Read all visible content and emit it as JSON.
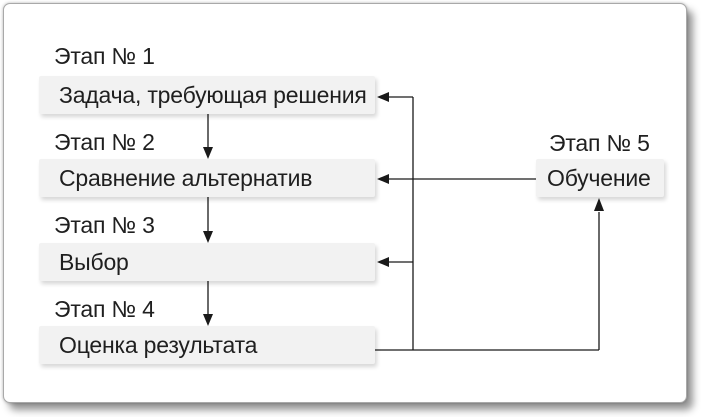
{
  "diagram": {
    "description": "Five-stage decision cycle flowchart",
    "stages": [
      {
        "label": "Этап № 1",
        "box": "Задача, требующая решения"
      },
      {
        "label": "Этап № 2",
        "box": "Сравнение альтернатив"
      },
      {
        "label": "Этап № 3",
        "box": "Выбор"
      },
      {
        "label": "Этап № 4",
        "box": "Оценка результата"
      },
      {
        "label": "Этап № 5",
        "box": "Обучение"
      }
    ],
    "connections": [
      {
        "from": "Задача, требующая решения",
        "to": "Сравнение альтернатив",
        "type": "forward-down-arrow"
      },
      {
        "from": "Сравнение альтернатив",
        "to": "Выбор",
        "type": "forward-down-arrow"
      },
      {
        "from": "Выбор",
        "to": "Оценка результата",
        "type": "forward-down-arrow"
      },
      {
        "from": "Оценка результата",
        "to": "Задача, требующая решения",
        "type": "feedback-arrow"
      },
      {
        "from": "Оценка результата",
        "to": "Сравнение альтернатив",
        "type": "feedback-arrow"
      },
      {
        "from": "Оценка результата",
        "to": "Выбор",
        "type": "feedback-arrow"
      },
      {
        "from": "Оценка результата",
        "to": "Обучение",
        "type": "feedback-arrow"
      },
      {
        "from": "Обучение",
        "to": "Сравнение альтернатив",
        "type": "feedback-arrow"
      }
    ],
    "colors": {
      "box_fill": "#f2f2f2",
      "line": "#1a1a1a",
      "text": "#1f1f1f",
      "frame_border": "#a9a9a9",
      "background": "#ffffff"
    }
  }
}
